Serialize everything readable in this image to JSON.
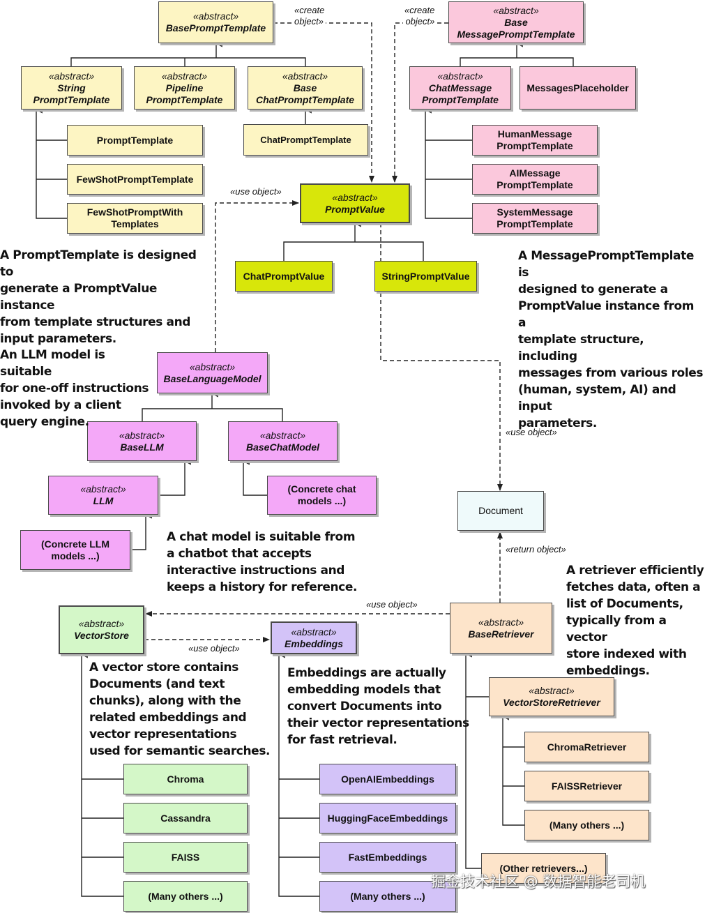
{
  "boxes": {
    "base_prompt_template": {
      "stereo": "«abstract»",
      "name": "BasePromptTemplate"
    },
    "base_message_prompt_template": {
      "stereo": "«abstract»",
      "name": "Base\nMessagePromptTemplate"
    },
    "string_prompt_template": {
      "stereo": "«abstract»",
      "name": "String\nPromptTemplate"
    },
    "pipeline_prompt_template": {
      "stereo": "«abstract»",
      "name": "Pipeline\nPromptTemplate"
    },
    "base_chat_prompt_template": {
      "stereo": "«abstract»",
      "name": "Base\nChatPromptTemplate"
    },
    "chat_message_prompt_template": {
      "stereo": "«abstract»",
      "name": "ChatMessage\nPromptTemplate"
    },
    "messages_placeholder": {
      "name": "MessagesPlaceholder"
    },
    "prompt_template": {
      "name": "PromptTemplate"
    },
    "few_shot_prompt_template": {
      "name": "FewShotPromptTemplate"
    },
    "few_shot_prompt_with_templates": {
      "name": "FewShotPromptWith\nTemplates"
    },
    "chat_prompt_template": {
      "name": "ChatPromptTemplate"
    },
    "human_message_prompt_template": {
      "name": "HumanMessage\nPromptTemplate"
    },
    "ai_message_prompt_template": {
      "name": "AIMessage\nPromptTemplate"
    },
    "system_message_prompt_template": {
      "name": "SystemMessage\nPromptTemplate"
    },
    "prompt_value": {
      "stereo": "«abstract»",
      "name": "PromptValue"
    },
    "chat_prompt_value": {
      "name": "ChatPromptValue"
    },
    "string_prompt_value": {
      "name": "StringPromptValue"
    },
    "base_language_model": {
      "stereo": "«abstract»",
      "name": "BaseLanguageModel"
    },
    "base_llm": {
      "stereo": "«abstract»",
      "name": "BaseLLM"
    },
    "base_chat_model": {
      "stereo": "«abstract»",
      "name": "BaseChatModel"
    },
    "llm": {
      "stereo": "«abstract»",
      "name": "LLM"
    },
    "concrete_chat_models": {
      "name": "(Concrete chat\nmodels ...)"
    },
    "concrete_llm_models": {
      "name": "(Concrete LLM\nmodels ...)"
    },
    "document": {
      "name": "Document"
    },
    "vector_store": {
      "stereo": "«abstract»",
      "name": "VectorStore"
    },
    "embeddings": {
      "stereo": "«abstract»",
      "name": "Embeddings"
    },
    "base_retriever": {
      "stereo": "«abstract»",
      "name": "BaseRetriever"
    },
    "vector_store_retriever": {
      "stereo": "«abstract»",
      "name": "VectorStoreRetriever"
    },
    "chroma_retriever": {
      "name": "ChromaRetriever"
    },
    "faiss_retriever": {
      "name": "FAISSRetriever"
    },
    "many_others_retriever": {
      "name": "(Many others ...)"
    },
    "other_retrievers": {
      "name": "(Other retrievers...)"
    },
    "chroma": {
      "name": "Chroma"
    },
    "cassandra": {
      "name": "Cassandra"
    },
    "faiss": {
      "name": "FAISS"
    },
    "many_others_store": {
      "name": "(Many others ...)"
    },
    "openai_embeddings": {
      "name": "OpenAIEmbeddings"
    },
    "huggingface_embeddings": {
      "name": "HuggingFaceEmbeddings"
    },
    "fast_embeddings": {
      "name": "FastEmbeddings"
    },
    "many_others_embeddings": {
      "name": "(Many others ...)"
    }
  },
  "labels": {
    "create_object_left": "«create\nobject»",
    "create_object_right": "«create\nobject»",
    "use_object_prompt_value": "«use object»",
    "use_object_document": "«use object»",
    "return_object": "«return object»",
    "use_object_vector_store": "«use object»",
    "use_object_embeddings": "«use object»"
  },
  "notes": {
    "prompt_template": "A PromptTemplate is designed to\ngenerate a PromptValue instance\nfrom template structures and\ninput parameters.",
    "message_prompt_template": "A MessagePromptTemplate is\ndesigned to generate a\nPromptValue instance from a\ntemplate structure, including\nmessages from various roles\n(human, system, AI) and input\nparameters.",
    "llm_model": "An LLM model is suitable\nfor one-off instructions\ninvoked by a client\nquery engine.",
    "chat_model": "A chat model is suitable from\na chatbot that accepts\ninteractive instructions and\nkeeps a history for reference.",
    "retriever": "A retriever efficiently\nfetches data, often a\nlist of Documents,\ntypically from a vector\nstore indexed with\nembeddings.",
    "vector_store": "A vector store contains\nDocuments (and text\nchunks), along with the\nrelated embeddings and\nvector representations\nused for semantic searches.",
    "embeddings": "Embeddings are actually\nembedding models that\nconvert Documents into\ntheir vector representations\nfor fast retrieval."
  },
  "watermark": "掘金技术社区 @ 数据智能老司机",
  "colors": {
    "yellow_light": "#fdf5c3",
    "yellow_strong": "#d8e60a",
    "pink": "#fbc8dc",
    "magenta": "#f4a8f8",
    "cyan": "#effafb",
    "orange": "#fde4ca",
    "green": "#d4f7c8",
    "violet": "#d3c3f8",
    "line": "#222222"
  }
}
